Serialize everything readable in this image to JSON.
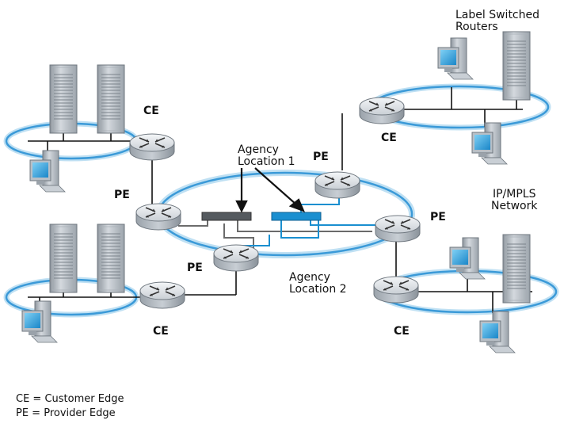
{
  "labels": {
    "lsr": [
      "Label Switched",
      "Routers"
    ],
    "ipmpls": [
      "IP/MPLS",
      "Network"
    ],
    "agency1": [
      "Agency",
      "Location 1"
    ],
    "agency2": [
      "Agency",
      "Location 2"
    ],
    "ce": "CE",
    "pe": "PE"
  },
  "legend": {
    "ce": "CE = Customer Edge",
    "pe": "PE = Provider Edge"
  },
  "colors": {
    "ring": "#3b9ad8",
    "vpn1": "#1a8fd0",
    "vpn2": "#6b6b6b",
    "link": "#111111"
  }
}
